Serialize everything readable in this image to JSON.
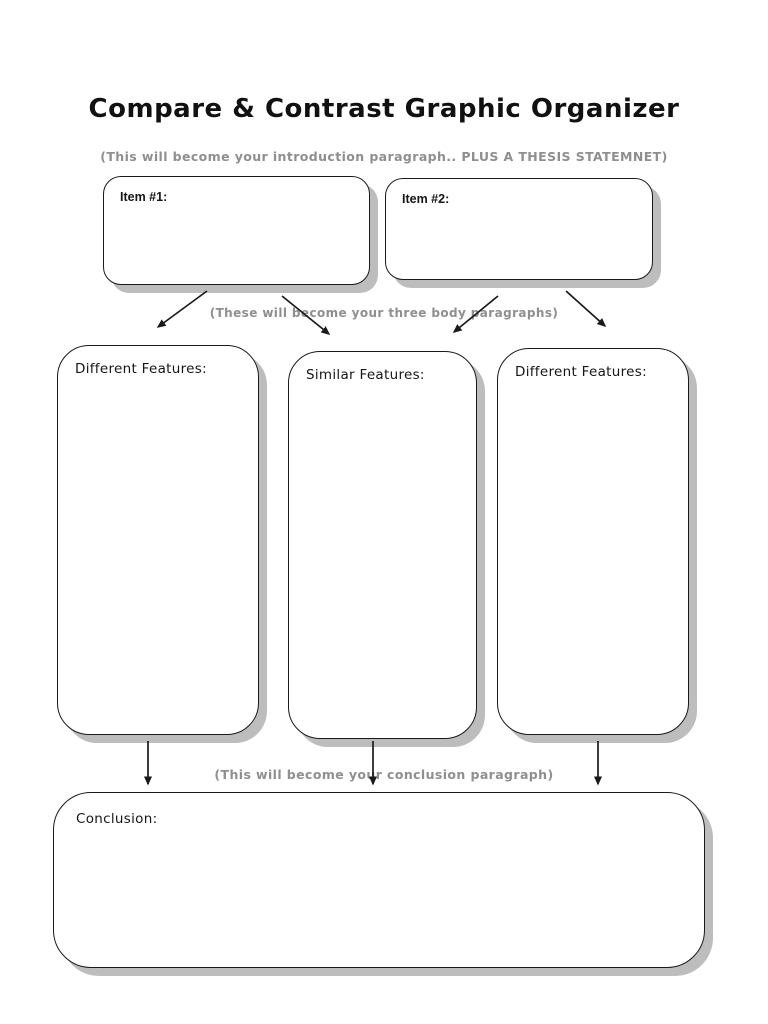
{
  "page": {
    "title": "Compare & Contrast Graphic Organizer",
    "intro_note": "(This will become your introduction paragraph.. PLUS A THESIS STATEMNET)",
    "body_note": "(These will become your three body paragraphs)",
    "conclusion_note": "(This will become your conclusion paragraph)"
  },
  "boxes": {
    "item1": {
      "label": "Item #1:",
      "value": ""
    },
    "item2": {
      "label": "Item #2:",
      "value": ""
    },
    "different1": {
      "label": "Different Features:",
      "value": ""
    },
    "similar": {
      "label": "Similar Features:",
      "value": ""
    },
    "different2": {
      "label": "Different Features:",
      "value": ""
    },
    "conclusion": {
      "label": "Conclusion:",
      "value": ""
    }
  },
  "colors": {
    "border": "#1a1a1a",
    "shadow": "#bdbdbd",
    "note_text": "#8f8f8f",
    "arrow": "#1a1a1a",
    "page_bg": "#ffffff"
  }
}
